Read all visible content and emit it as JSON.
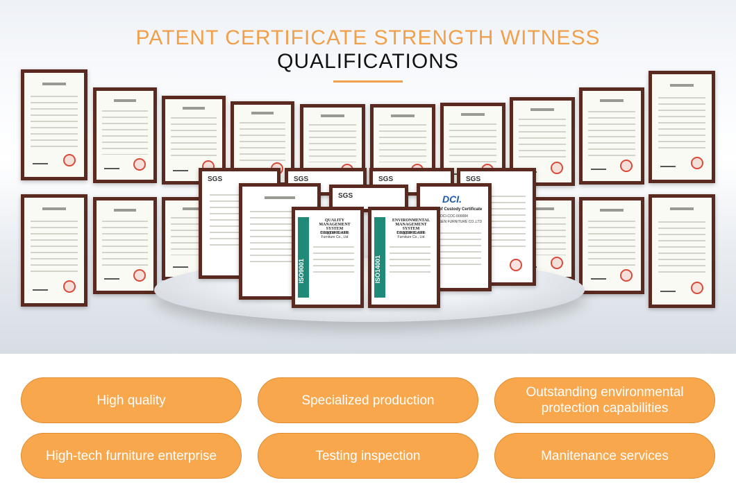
{
  "header": {
    "title_line1": "PATENT CERTIFICATE STRENGTH WITNESS",
    "title_line2": "QUALIFICATIONS"
  },
  "certificates": {
    "sgs_label": "SGS",
    "iso_quality_band": "ISO9001",
    "iso_quality_title": "QUALITY MANAGEMENT SYSTEM CERTIFICATE",
    "iso_env_band": "ISO14001",
    "iso_env_title": "ENVIRONMENTAL MANAGEMENT SYSTEM CERTIFICATE",
    "company": "Dongguan Saosen Furniture Co., Ltd",
    "dci_logo": "DCI.",
    "dci_title": "Chain of Custody Certificate",
    "dci_code": "DCI-COC-000084",
    "dci_company": "AN SAOSEN FURNITURE CO.,LTD"
  },
  "features": [
    {
      "label": "High quality"
    },
    {
      "label": "Specialized production"
    },
    {
      "label": "Outstanding environmental protection capabilities"
    },
    {
      "label": "High-tech furniture enterprise"
    },
    {
      "label": "Testing inspection"
    },
    {
      "label": "Manitenance services"
    }
  ],
  "colors": {
    "accent_orange": "#f0a04a",
    "pill_fill": "#f9a74d",
    "frame_wood": "#5a2a20",
    "iso_green": "#1f8a78"
  }
}
